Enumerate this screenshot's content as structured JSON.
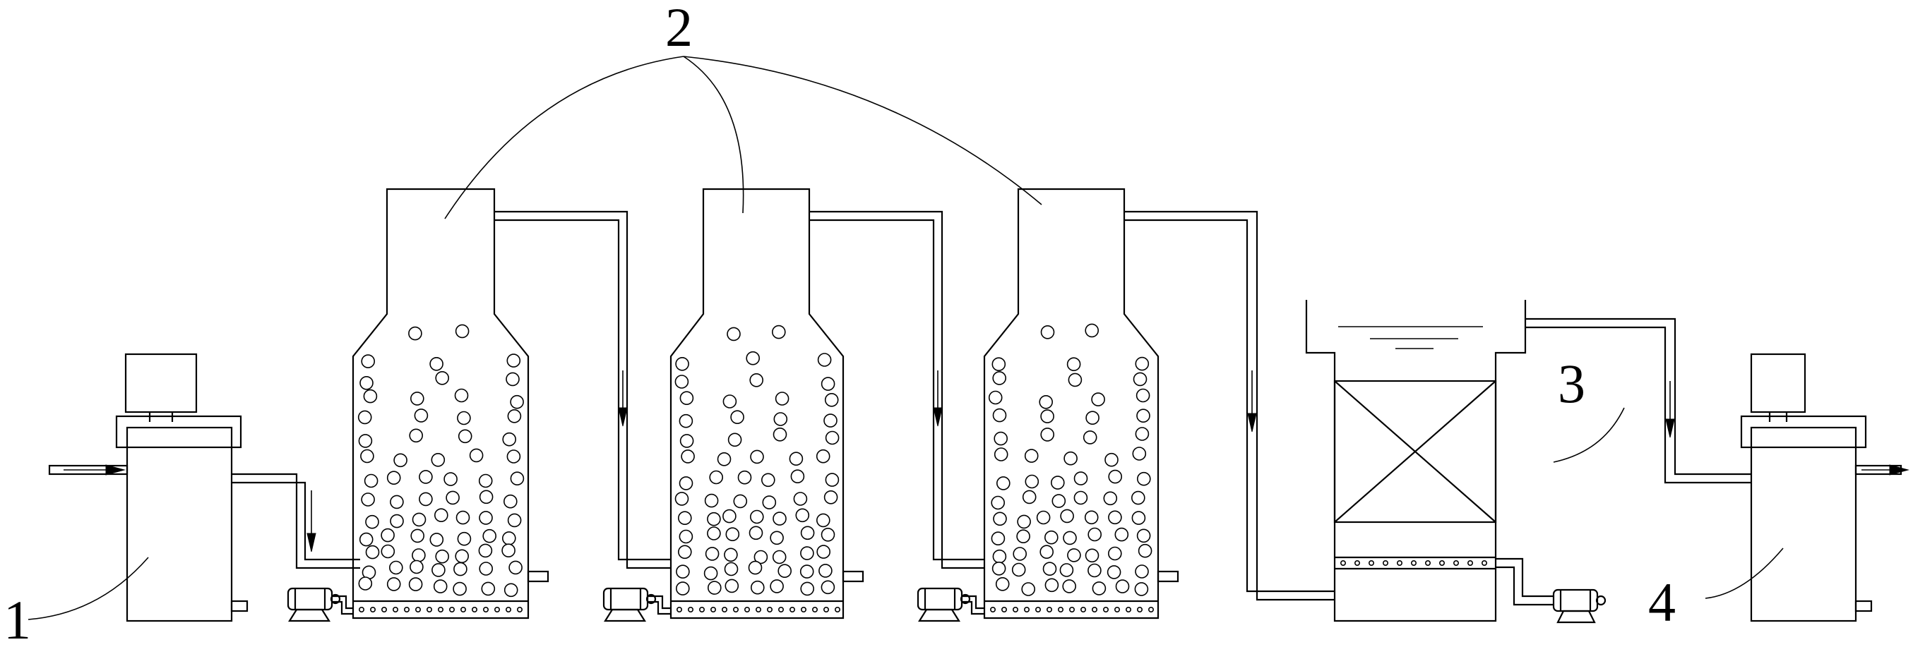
{
  "labels": {
    "raw_tank": "1",
    "reactors": "2",
    "filter": "3",
    "product_tank": "4"
  }
}
